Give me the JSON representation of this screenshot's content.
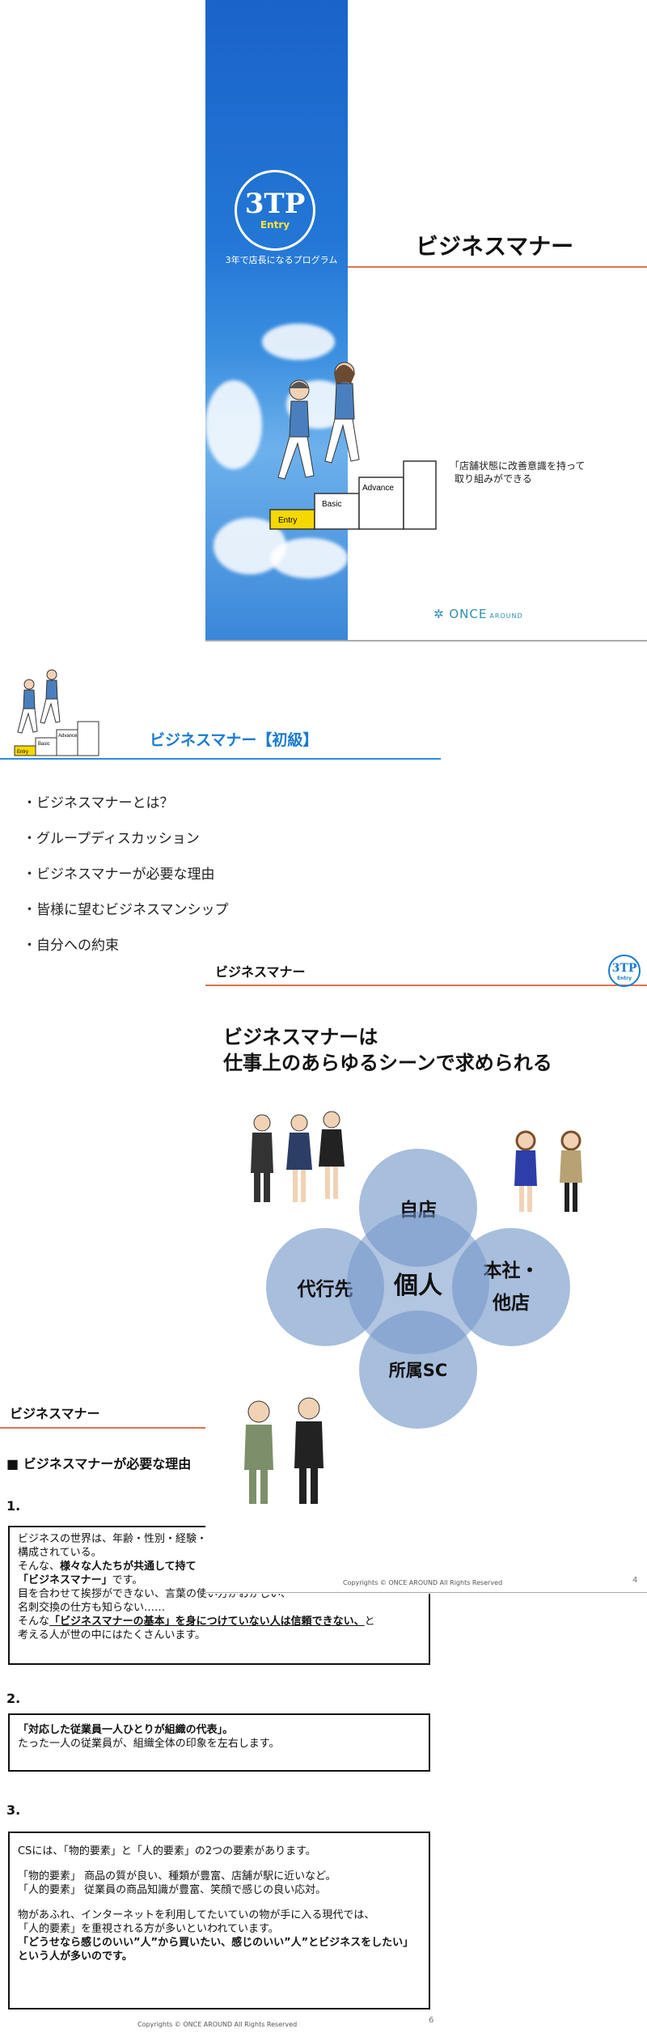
{
  "slide1": {
    "logo_main": "3TP",
    "logo_badge": "Entry",
    "tagline": "3年で店長になるプログラム",
    "title": "ビジネスマナー",
    "steps": [
      "Entry",
      "Basic",
      "Advance"
    ],
    "note_line1": "「店舗状態に改善意識を持って",
    "note_line2": "取り組みができる",
    "brand_name": "ONCE",
    "brand_sub": "AROUND"
  },
  "slide2": {
    "steps": [
      "Entry",
      "Basic",
      "Advance"
    ],
    "title": "ビジネスマナー【初級】",
    "items": [
      "・ビジネスマナーとは？",
      "・グループディスカッション",
      "・ビジネスマナーが必要な理由",
      "・皆様に望むビジネスマンシップ",
      "・自分への約束"
    ]
  },
  "slide3": {
    "header": "ビジネスマナー",
    "badge_main": "3TP",
    "badge_sub": "Entry",
    "headline_line1": "ビジネスマナーは",
    "headline_line2": "仕事上のあらゆるシーンで求められる",
    "circles": {
      "center": "個人",
      "top": "自店",
      "left": "代行先",
      "right_line1": "本社・",
      "right_line2": "他店",
      "bottom": "所属SC"
    },
    "footer": "Copyrights © ONCE AROUND All Rights Reserved",
    "page_number": "4"
  },
  "slide4": {
    "header": "ビジネスマナー",
    "section_title": "■ ビジネスマナーが必要な理由",
    "numbers": [
      "1.",
      "2.",
      "3."
    ],
    "box1": {
      "l1": "ビジネスの世界は、年齢・性別・経験・",
      "l2": "構成されている。",
      "l3_a": "そんな、",
      "l3_b": "様々な人たちが共通して持て",
      "l4": "「ビジネスマナー」",
      "l4_tail": "です。",
      "l5": "目を合わせて挨拶ができない、言葉の使い方がおかしい、",
      "l6": "名刺交換の仕方も知らない……",
      "l7_a": "そんな",
      "l7_b": "「ビジネスマナーの基本」を身につけていない人は信頼できない、",
      "l7_c": "と",
      "l8": "考える人が世の中にはたくさんいます。"
    },
    "box2": {
      "l1": "「対応した従業員一人ひとりが組織の代表」。",
      "l2": "たった一人の従業員が、組織全体の印象を左右します。"
    },
    "box3": {
      "l1": "CSには、「物的要素」と「人的要素」の2つの要素があります。",
      "l2": "「物的要素」 商品の質が良い、種類が豊富、店舗が駅に近いなど。",
      "l3": "「人的要素」 従業員の商品知識が豊富、笑顔で感じの良い応対。",
      "l4": "物があふれ、インターネットを利用してたいていの物が手に入る現代では、",
      "l5": "「人的要素」を重視される方が多いといわれています。",
      "l6": "「どうせなら感じのいい”人”から買いたい、感じのいい”人”とビジネスをしたい」",
      "l7": "という人が多いのです。"
    },
    "footer": "Copyrights © ONCE AROUND All Rights Reserved",
    "page_number": "6"
  },
  "colors": {
    "accent_orange": "#e2714d",
    "accent_blue": "#1a7bd0",
    "circle_fill": "#7396c8",
    "brand_teal": "#2e8faa"
  }
}
